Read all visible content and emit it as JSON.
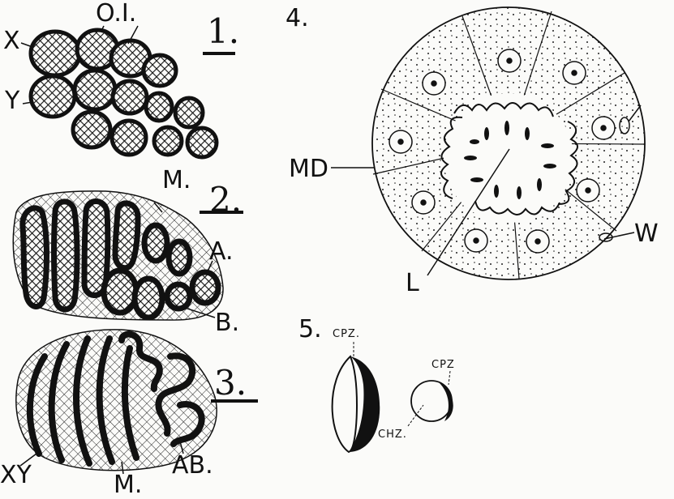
{
  "figures": {
    "fig1": {
      "number": "1.",
      "labels": {
        "x": "X",
        "y": "Y",
        "oi": "O.I."
      }
    },
    "fig2": {
      "number": "2.",
      "labels": {
        "m": "M.",
        "a": "A.",
        "b": "B."
      }
    },
    "fig3": {
      "number": "3.",
      "labels": {
        "xy": "XY",
        "m": "M.",
        "ab": "AB."
      }
    },
    "fig4": {
      "number": "4.",
      "labels": {
        "md": "MD",
        "l": "L",
        "w": "W"
      }
    },
    "fig5": {
      "number": "5.",
      "labels": {
        "cpz_left": "CPZ.",
        "cpz_right": "CPZ",
        "chz": "CHZ."
      }
    }
  },
  "colors": {
    "ink": "#111111",
    "paper": "#fbfbf9"
  }
}
